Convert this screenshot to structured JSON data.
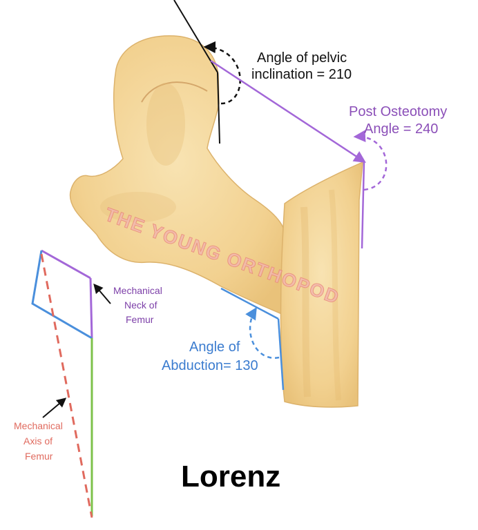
{
  "title": "Lorenz",
  "watermark": "THE YOUNG ORTHOPOD",
  "labels": {
    "pelvic_line1": "Angle of pelvic",
    "pelvic_line2": "inclination = 210",
    "post_line1": "Post Osteotomy",
    "post_line2": "Angle = 240",
    "abduction_line1": "Angle of",
    "abduction_line2": "Abduction= 130",
    "neck_line1": "Mechanical",
    "neck_line2": "Neck of",
    "neck_line3": "Femur",
    "axis_line1": "Mechanical",
    "axis_line2": "Axis of",
    "axis_line3": "Femur"
  },
  "colors": {
    "bone_fill": "#f4d699",
    "bone_shade": "#e3b86c",
    "bone_outline": "#d9b06a",
    "purple": "#a367d8",
    "blue": "#4a8fdc",
    "green": "#7dc24a",
    "red_dash": "#e06a5e",
    "black": "#111111",
    "watermark": "#ef9a8f"
  }
}
